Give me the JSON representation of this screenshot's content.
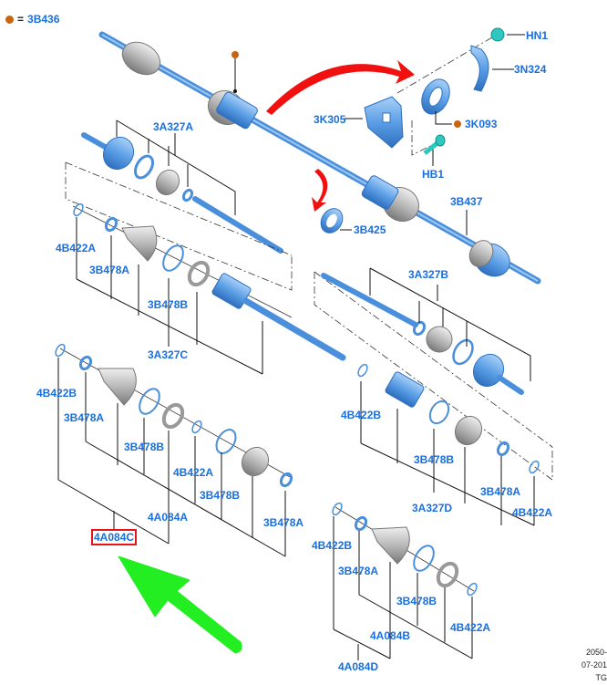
{
  "legend": {
    "marker": "orange-dot",
    "equals": "=",
    "part": "3B436"
  },
  "colors": {
    "part_blue": "#5b9fe6",
    "label_blue": "#1a6fe0",
    "boot_gray": "#b8b8b8",
    "highlight_red": "#e8141c",
    "arrow_red": "#f01010",
    "pointer_green": "#22ee22",
    "marker_orange": "#c8650f",
    "fastener_teal": "#2ec8c0"
  },
  "labels": {
    "hn1": "HN1",
    "n3n324": "3N324",
    "n3k305": "3K305",
    "n3k093": "3K093",
    "hb1": "HB1",
    "n3a327a": "3A327A",
    "n3b425": "3B425",
    "n3b437": "3B437",
    "n4b422a_1": "4B422A",
    "n3b478a_1": "3B478A",
    "n3b478b_1": "3B478B",
    "n3a327c": "3A327C",
    "n3a327b": "3A327B",
    "n4b422b_1": "4B422B",
    "n3b478a_2": "3B478A",
    "n3b478b_2": "3B478B",
    "n4b422a_2": "4B422A",
    "n3b478b_3": "3B478B",
    "n4a084a": "4A084A",
    "n3b478a_3": "3B478A",
    "n4a084c": "4A084C",
    "n4b422b_2": "4B422B",
    "n3b478b_4": "3B478B",
    "n3a327d": "3A327D",
    "n3b478a_4": "3B478A",
    "n4b422a_3": "4B422A",
    "n4b422b_3": "4B422B",
    "n3b478a_5": "3B478A",
    "n3b478b_5": "3B478B",
    "n4a084b": "4A084B",
    "n4b422a_4": "4B422A",
    "n4a084d": "4A084D"
  },
  "highlighted_part": "4A084C",
  "footer": {
    "line1": "2050-",
    "line2": "07-201",
    "line3": "TG"
  }
}
